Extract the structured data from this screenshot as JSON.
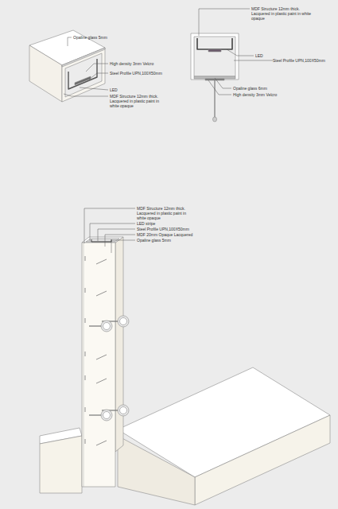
{
  "diagram": {
    "labels": [
      "Opaline glass 5mm",
      "High density 3mm Velcro",
      "Steel Profile UPN,100X50mm",
      "LED",
      "MDF Structure 12mm thick. Lacquered in plastic paint in white opaque",
      "MDF Structure 12mm thick. Lacquered in plastic paint in white opaque",
      "LED",
      "Steel Profile UPN,100X50mm",
      "Opaline glass 6mm",
      "High density 3mm Velcro",
      "MDF Structure 12mm thick. Lacquered in plastic paint in white opaque",
      "LED stripe",
      "Steel Profile UPN,100X50mm",
      "MDF 20mm Opaque Lacquered",
      "Opaline glass 5mm"
    ]
  }
}
